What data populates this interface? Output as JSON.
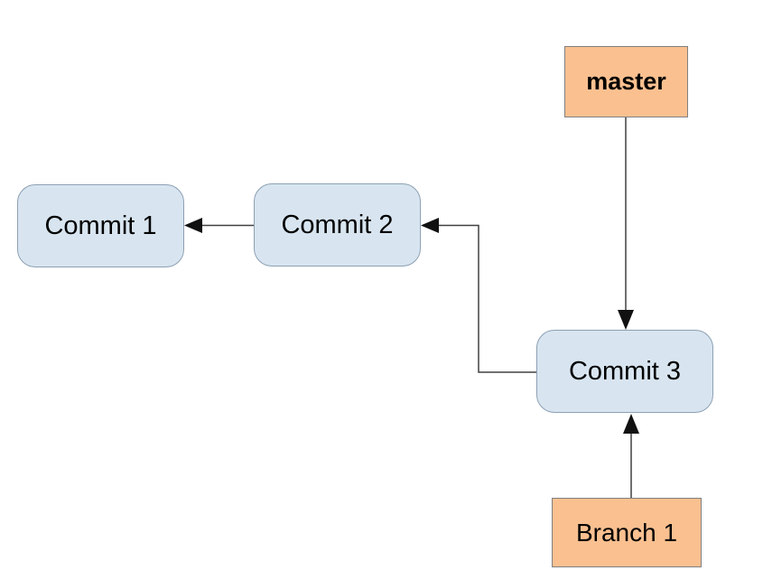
{
  "diagram": {
    "kind": "git-commit-graph",
    "nodes": [
      {
        "id": "commit1",
        "label": "Commit 1",
        "type": "commit"
      },
      {
        "id": "commit2",
        "label": "Commit 2",
        "type": "commit"
      },
      {
        "id": "commit3",
        "label": "Commit 3",
        "type": "commit"
      },
      {
        "id": "master",
        "label": "master",
        "type": "branch-pointer"
      },
      {
        "id": "branch1",
        "label": "Branch 1",
        "type": "branch-pointer"
      }
    ],
    "edges": [
      {
        "from": "commit2",
        "to": "commit1",
        "style": "arrow"
      },
      {
        "from": "commit3",
        "to": "commit2",
        "style": "elbow-arrow"
      },
      {
        "from": "master",
        "to": "commit3",
        "style": "arrow"
      },
      {
        "from": "branch1",
        "to": "commit3",
        "style": "arrow"
      }
    ]
  },
  "colors": {
    "background": "#ffffff",
    "text": "#000000",
    "commit_fill": "#d8e5f0",
    "commit_border": "#8ca0b3",
    "branch_fill": "#fac090",
    "branch_border": "#808080",
    "arrow_line": "#404040",
    "arrow_head": "#111111"
  }
}
